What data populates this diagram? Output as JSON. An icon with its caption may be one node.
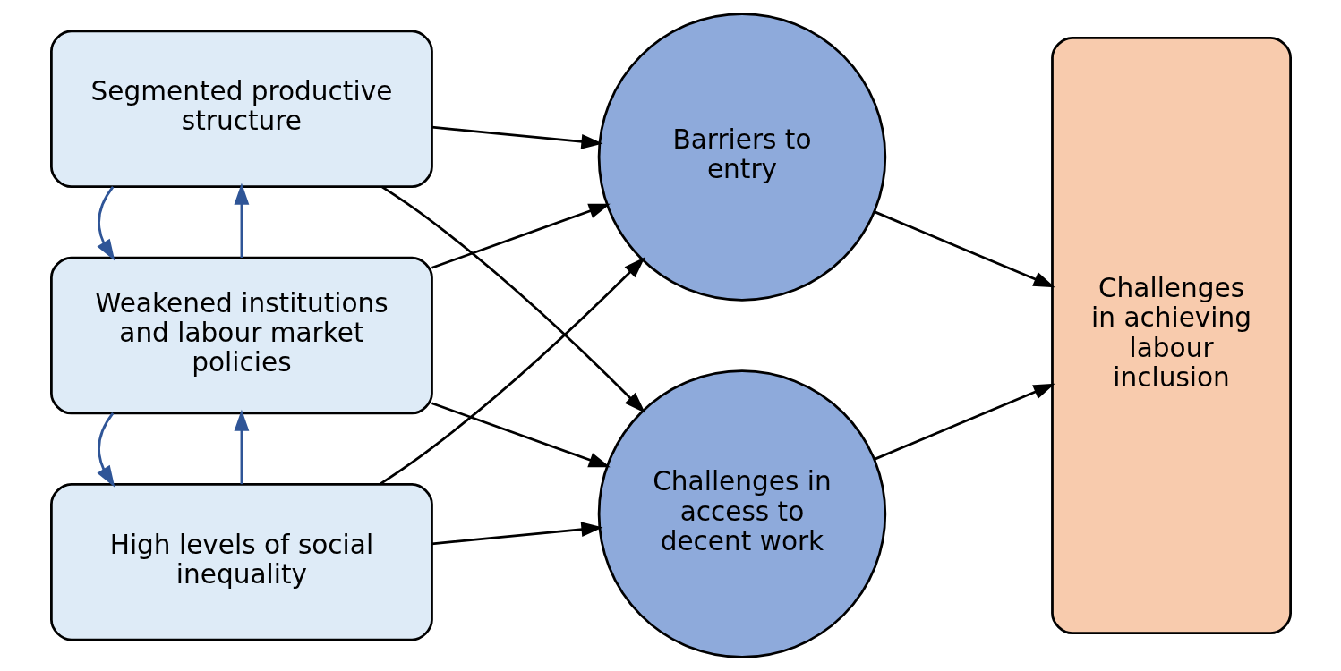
{
  "diagram": {
    "nodes": [
      {
        "text": [
          "High levels of social inequality"
        ]
      },
      {
        "text": [
          "Weakened institutions and labour market policies"
        ]
      },
      {
        "text": [
          "Segmented productive structure"
        ]
      },
      {
        "text": [
          "Barriers to entry"
        ]
      },
      {
        "text": [
          "Challenges in access to decent work"
        ]
      },
      {
        "text": [
          "Challenges in achieving labour inclusion"
        ]
      }
    ],
    "edges": [
      {
        "from": 0,
        "to": 1,
        "arrow": "to",
        "color": "#2f5597"
      },
      {
        "from": 1,
        "to": 0,
        "arrow": "to",
        "color": "#2f5597"
      },
      {
        "from": 1,
        "to": 2,
        "arrow": "to",
        "color": "#2f5597"
      },
      {
        "from": 2,
        "to": 1,
        "arrow": "to",
        "color": "#2f5597"
      },
      {
        "from": 0,
        "to": 3,
        "arrow": "to"
      },
      {
        "from": 0,
        "to": 4,
        "arrow": "to"
      },
      {
        "from": 1,
        "to": 3,
        "arrow": "to"
      },
      {
        "from": 1,
        "to": 4,
        "arrow": "to"
      },
      {
        "from": 2,
        "to": 3,
        "arrow": "to"
      },
      {
        "from": 2,
        "to": 4,
        "arrow": "to"
      },
      {
        "from": 3,
        "to": 5,
        "arrow": "to"
      },
      {
        "from": 4,
        "to": 5,
        "arrow": "to"
      }
    ]
  }
}
